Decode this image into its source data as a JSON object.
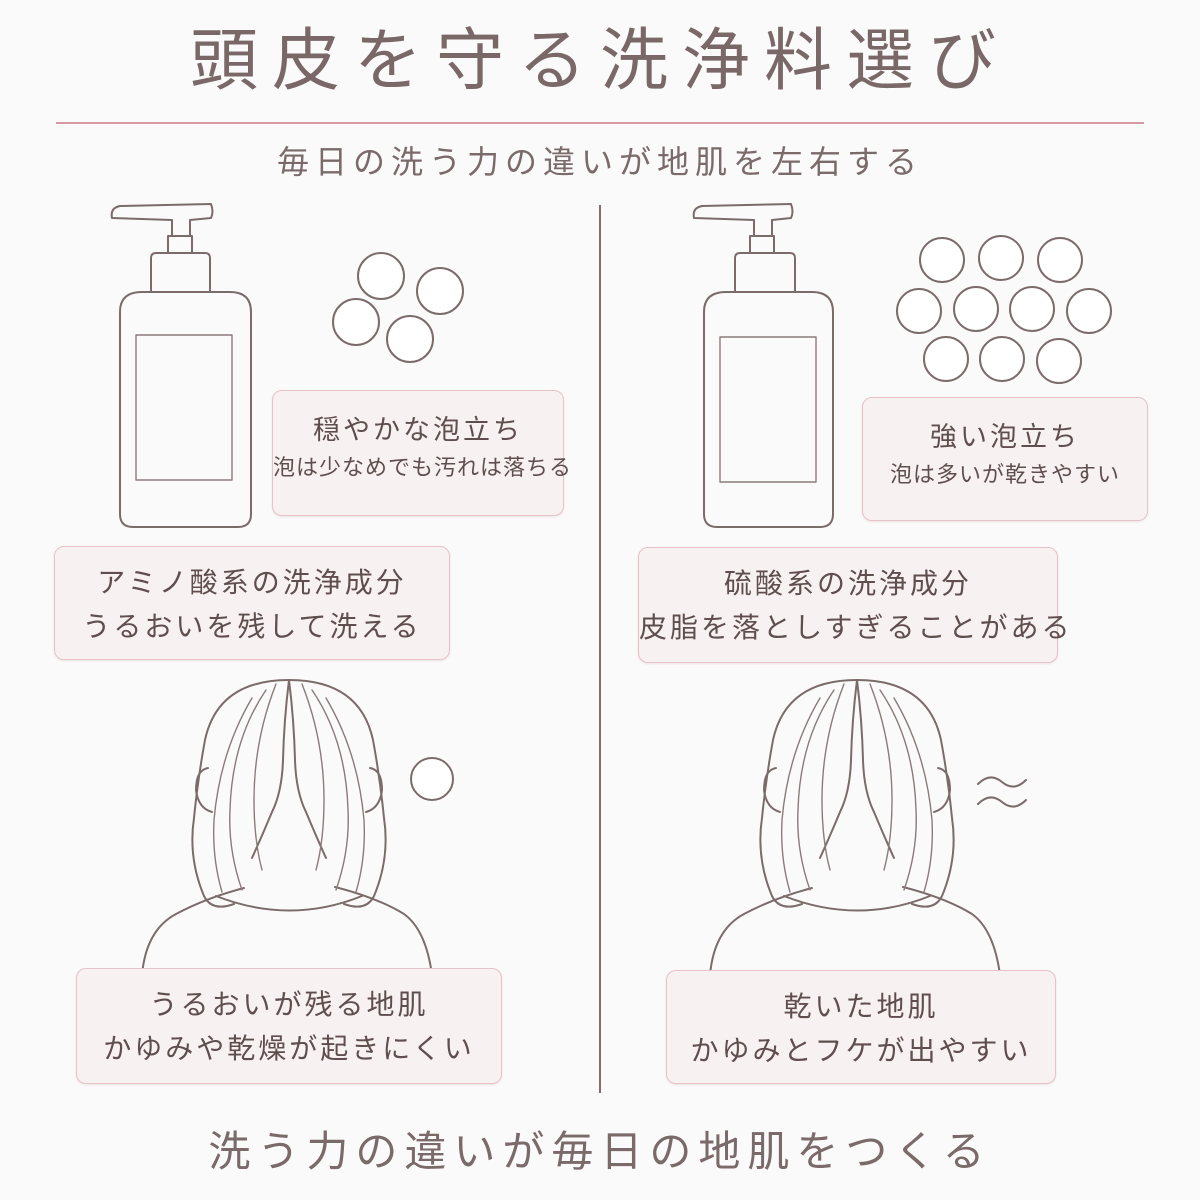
{
  "title": "頭皮を守る洗浄料選び",
  "subtitle": "毎日の洗う力の違いが地肌を左右する",
  "left": {
    "foam_title": "穏やかな泡立ち",
    "foam_desc": "泡は少なめでも汚れは落ちる",
    "cleanser_title": "アミノ酸系の洗浄成分",
    "cleanser_desc": "うるおいを残して洗える",
    "scalp_title": "うるおいが残る地肌",
    "scalp_desc": "かゆみや乾燥が起きにくい"
  },
  "right": {
    "foam_title": "強い泡立ち",
    "foam_desc": "泡は多いが乾きやすい",
    "cleanser_title": "硫酸系の洗浄成分",
    "cleanser_desc": "皮脂を落としすぎることがある",
    "scalp_title": "乾いた地肌",
    "scalp_desc": "かゆみとフケが出やすい",
    "dry_symbol": "≈"
  },
  "footer": "洗う力の違いが毎日の地肌をつくる",
  "colors": {
    "background": "#fbfafa",
    "accent_rule": "#d69aa6",
    "card_fill": "#f8f1f1",
    "card_border": "#e6c3c8",
    "line": "#7b6b6b",
    "text": "#6f5e5e"
  },
  "icons": [
    "pump-bottle-icon",
    "foam-bubble-icon",
    "woman-back-view-icon",
    "dry-wave-icon"
  ]
}
